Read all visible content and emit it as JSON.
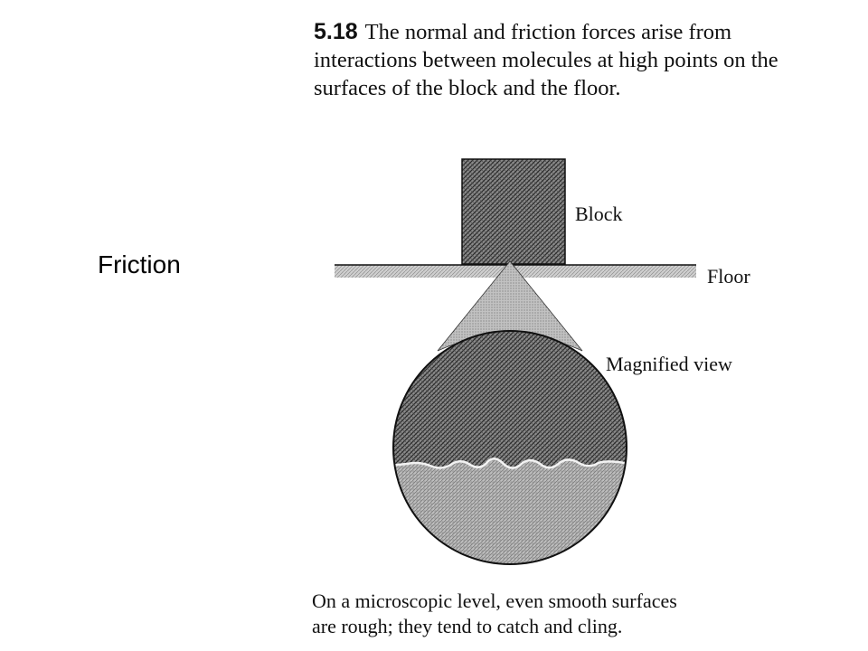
{
  "slide": {
    "title": "Friction"
  },
  "figure": {
    "number": "5.18",
    "caption": "The normal and friction forces arise from interactions between molecules at high points on the surfaces of the block and the floor.",
    "labels": {
      "block": "Block",
      "floor": "Floor",
      "magnified": "Magnified view"
    },
    "bottom_caption_line1": "On a microscopic level, even smooth surfaces",
    "bottom_caption_line2": "are rough; they tend to catch and cling."
  },
  "colors": {
    "hatch_dark": "#555555",
    "hatch_light": "#9a9a9a",
    "line": "#111111"
  }
}
